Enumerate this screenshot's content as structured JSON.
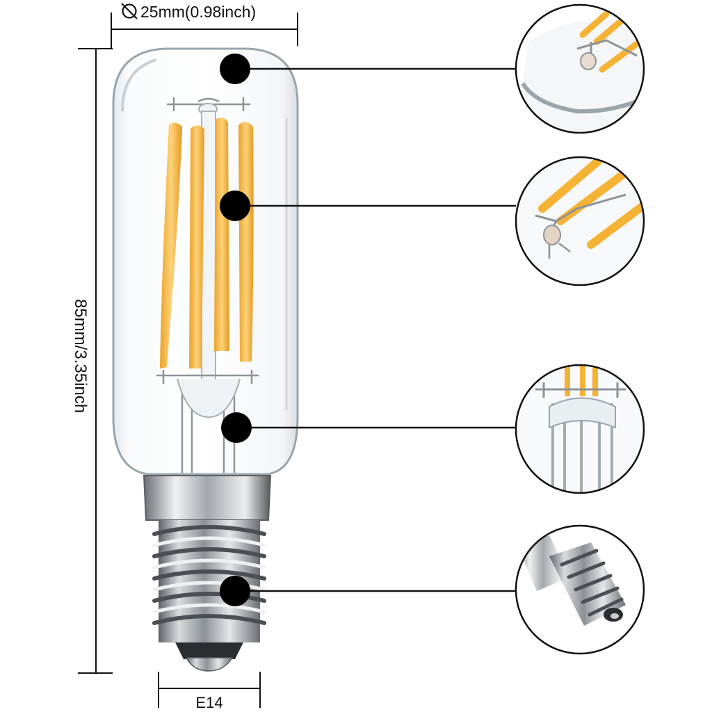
{
  "dimensions": {
    "diameter": "25mm(0.98inch)",
    "height": "85mm/3.35inch",
    "base": "E14"
  },
  "diameter_symbol": "⌀",
  "callouts": [
    {
      "name": "top-tip",
      "detail": "glass-tip-with-filament-ends"
    },
    {
      "name": "filament-support",
      "detail": "filament-holder-wires"
    },
    {
      "name": "glass-stem",
      "detail": "glass-stem-column"
    },
    {
      "name": "screw-base",
      "detail": "e14-screw-base"
    }
  ],
  "colors": {
    "filament": "#F5B335",
    "filament_core": "#FFD27A",
    "glass_edge": "#9aa5ad",
    "metal": "#b9bcc0",
    "marker": "#000000"
  }
}
